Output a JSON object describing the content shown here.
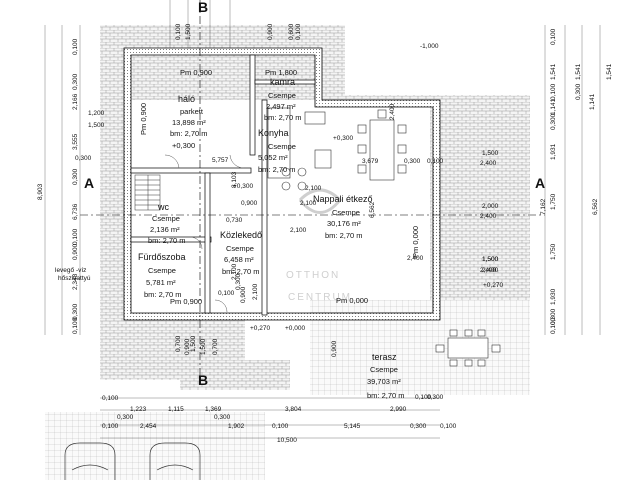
{
  "rooms": {
    "halo": {
      "name": "háló",
      "floor": "parkett",
      "area": "13,898 m²",
      "height": "bm: 2,70 m",
      "level": "+0,300"
    },
    "kamra": {
      "name": "kamra",
      "floor": "Csempe",
      "area": "2,497 m²",
      "height": "bm: 2,70 m"
    },
    "konyha": {
      "name": "Konyha",
      "floor": "Csempe",
      "area": "5,052 m²",
      "height": "bm: 2,70 m"
    },
    "nappali": {
      "name": "Nappali étkező",
      "floor": "Csempe",
      "area": "30,176 m²",
      "height": "bm: 2,70 m"
    },
    "wc": {
      "name": "wc",
      "floor": "Csempe",
      "area": "2,136 m²",
      "height": "bm: 2,70 m"
    },
    "kozlekedo": {
      "name": "Közlekedő",
      "floor": "Csempe",
      "area": "6,458 m²",
      "height": "bm: 2,70 m"
    },
    "furdo": {
      "name": "Fürdőszoba",
      "floor": "Csempe",
      "area": "5,781 m²",
      "height": "bm: 2,70 m"
    },
    "terasz": {
      "name": "terasz",
      "floor": "Csempe",
      "area": "39,703 m²",
      "height": "bm: 2,70 m"
    }
  },
  "section_marks": {
    "a": "A",
    "b": "B"
  },
  "labels": {
    "levego": "levegő -víz",
    "hoszivattyu": "hőszivattyú",
    "pm_halo": "Pm 0,900",
    "pm_kamra": "Pm 1,800",
    "pm_furdo": "Pm 0,900",
    "pm_nappali": "Pm 0,000",
    "pm_nappali_r": "Pm 0,000",
    "pm_left": "Pm 0,900",
    "lvl_minus": "-1,000",
    "lvl_0300_a": "+0,300",
    "lvl_0300_b": "+0,300",
    "lvl_0270": "+0,270",
    "lvl_0000": "+0,000",
    "lvl_0270b": "+0,270"
  },
  "dims": {
    "left_outer": [
      "0,100",
      "0,300",
      "2,166",
      "3,555",
      "0,300",
      "6,736",
      "0,100",
      "0,900",
      "2,348",
      "0,300",
      "0,100"
    ],
    "left_total": "8,903",
    "left_mid": [
      "1,200",
      "1,500",
      "0,300"
    ],
    "right_outer": [
      "0,100",
      "1,541",
      "0,100",
      "1,141",
      "0,300",
      "1,931",
      "1,750",
      "1,750",
      "1,930",
      "0,300",
      "0,100"
    ],
    "right_total_a": "6,562",
    "right_total_b": "7,162",
    "right_inner": [
      "1,541",
      "0,300",
      "1,141",
      "1,541"
    ],
    "top": [
      "0,100",
      "1,500",
      "0,900",
      "0,600",
      "0,100"
    ],
    "inner_right": [
      "1,500",
      "2,400",
      "2,000",
      "2,400",
      "1,500",
      "2,400"
    ],
    "bottom_row1": [
      "0,100",
      "1,223",
      "1,115",
      "1,369",
      "3,804",
      "2,990"
    ],
    "bottom_row2": [
      "0,300",
      "0,300",
      "0,100",
      "0,300"
    ],
    "bottom_row3": [
      "0,100",
      "2,454",
      "1,902",
      "0,100",
      "5,145",
      "0,300",
      "0,100"
    ],
    "bottom_total": "10,500",
    "misc": [
      "3,679",
      "0,300",
      "0,100",
      "2,100",
      "0,730",
      "2,100",
      "0,900",
      "2,100",
      "5,757",
      "8,103",
      "6,562",
      "2,400",
      "0,900",
      "2,100",
      "0,700",
      "1,500",
      "0,700",
      "1,500",
      "0,900",
      "2,400",
      "1,500",
      "2,400",
      "0,100",
      "0,900",
      "2,100",
      "0,300"
    ]
  },
  "watermark": {
    "line1": "OTTHON",
    "line2": "CENTRUM"
  }
}
